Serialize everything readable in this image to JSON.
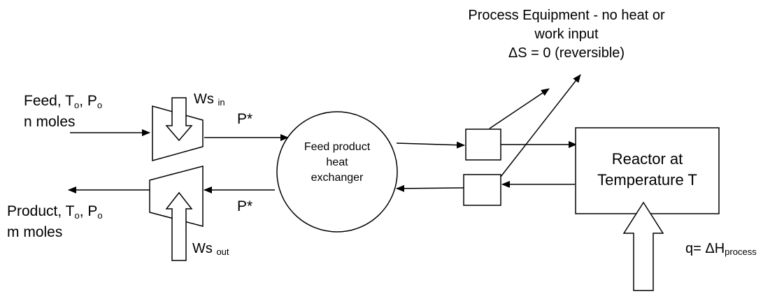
{
  "labels": {
    "feed_line1_prefix": "Feed, T",
    "feed_line1_sub1": "o",
    "feed_line1_mid": ", P",
    "feed_line1_sub2": "o",
    "feed_line2": "n moles",
    "product_line1_prefix": "Product, T",
    "product_line1_sub1": "o",
    "product_line1_mid": ", P",
    "product_line1_sub2": "o",
    "product_line2": "m moles",
    "ws_in_main": "Ws",
    "ws_in_sub": "in",
    "ws_out_main": "Ws",
    "ws_out_sub": "out",
    "p_star_top": "P*",
    "p_star_bottom": "P*",
    "exchanger_line1": "Feed product",
    "exchanger_line2": "heat",
    "exchanger_line3": "exchanger",
    "process_line1": "Process Equipment - no heat or",
    "process_line2": "work input",
    "process_line3": "ΔS = 0 (reversible)",
    "reactor_line1": "Reactor at",
    "reactor_line2": "Temperature T",
    "q_main": "q= ΔH",
    "q_sub": "process"
  },
  "colors": {
    "stroke": "#000000",
    "background": "#ffffff"
  }
}
